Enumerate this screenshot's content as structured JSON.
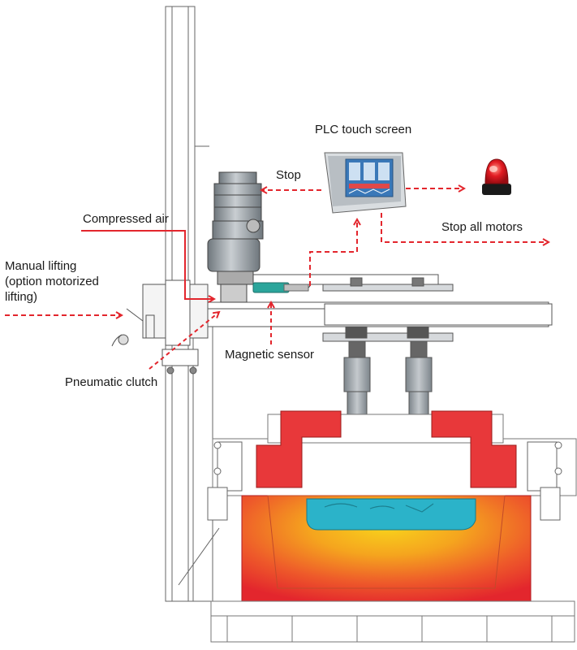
{
  "labels": {
    "plc_touch_screen": "PLC touch screen",
    "stop": "Stop",
    "compressed_air": "Compressed air",
    "stop_all_motors": "Stop all motors",
    "manual_lifting": "Manual lifting\n(option motorized\nlifting)",
    "magnetic_sensor": "Magnetic sensor",
    "pneumatic_clutch": "Pneumatic clutch"
  },
  "colors": {
    "arrow_red": "#e3262d",
    "outline_gray": "#555555",
    "shaft_gray": "#9aa1a6",
    "hot_red": "#e8383a",
    "hot_orange": "#f47b20",
    "hot_yellow": "#f5c518",
    "liquid_cyan": "#2bb3c9",
    "beacon_red": "#e11b22",
    "screen_blue": "#3a78b8"
  },
  "icons": {
    "beacon": "warning-beacon-icon",
    "plc": "plc-touch-screen-icon"
  }
}
